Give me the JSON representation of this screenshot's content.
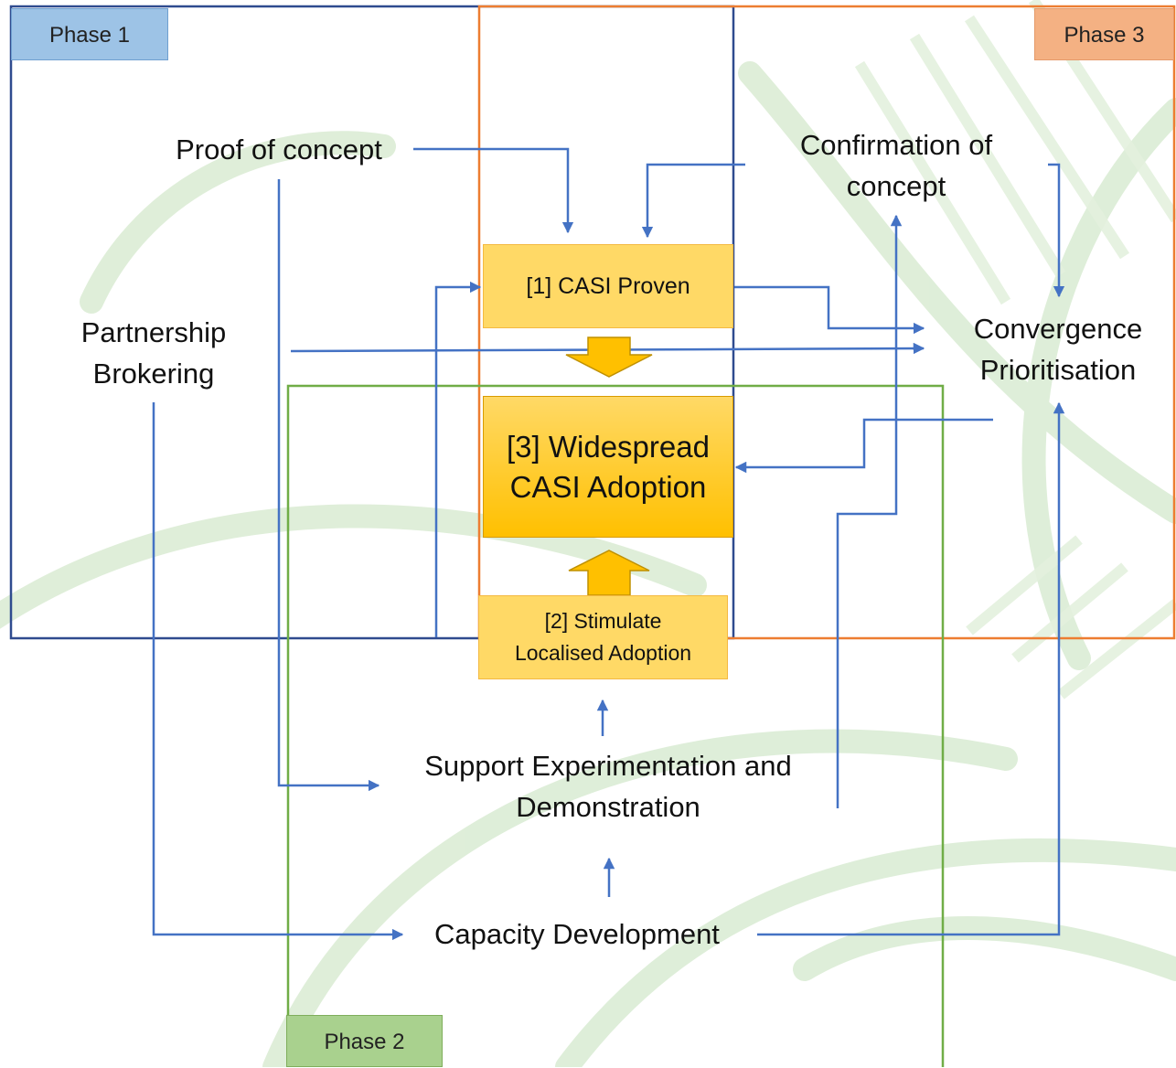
{
  "phases": {
    "phase1": "Phase 1",
    "phase2": "Phase 2",
    "phase3": "Phase 3"
  },
  "nodes": {
    "casi_proven": "[1] CASI Proven",
    "stimulate": [
      "[2] Stimulate",
      "Localised Adoption"
    ],
    "widespread": [
      "[3] Widespread",
      "CASI Adoption"
    ]
  },
  "labels": {
    "proof_of_concept": "Proof of concept",
    "confirmation": [
      "Confirmation of",
      "concept"
    ],
    "partnership": [
      "Partnership",
      "Brokering"
    ],
    "convergence": [
      "Convergence",
      "Prioritisation"
    ],
    "support": [
      "Support Experimentation and",
      "Demonstration"
    ],
    "capacity": "Capacity Development"
  },
  "colors": {
    "phase1_border": "#2f4b8f",
    "phase2_border": "#70ad47",
    "phase3_border": "#ed7d31",
    "phase1_tag": "#9dc3e6",
    "phase2_tag": "#a9d18e",
    "phase3_tag": "#f4b183",
    "arrow": "#4472c4",
    "node_light": "#ffd966",
    "node_dark": "#ffc000",
    "big_arrow": "#ffc000"
  }
}
